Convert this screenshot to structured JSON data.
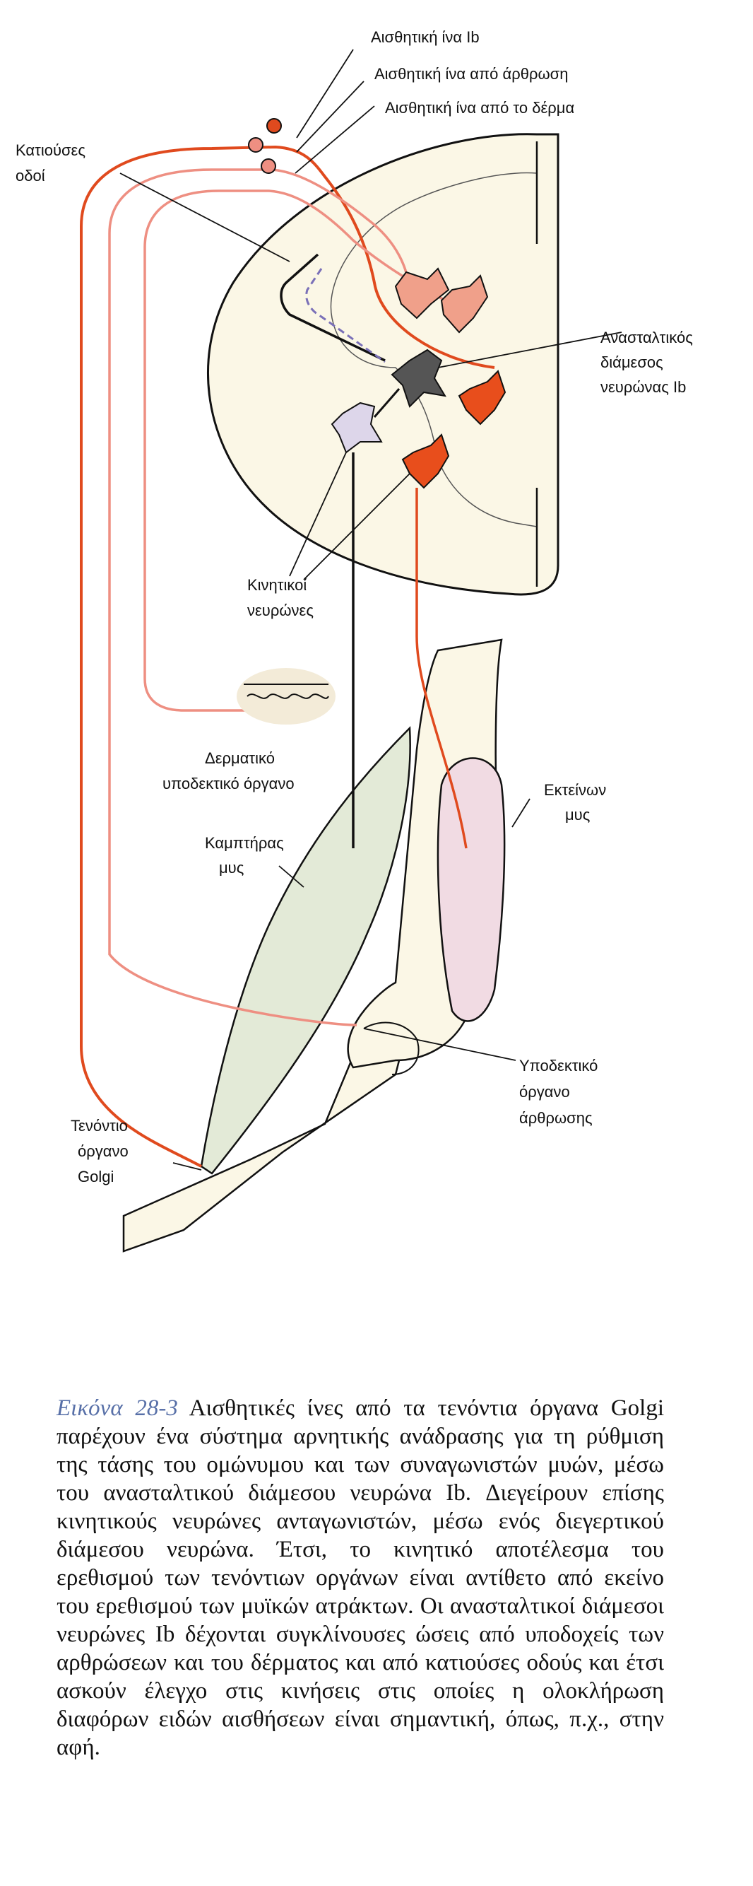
{
  "labels": {
    "ib_fiber": "Αισθητική ίνα Ib",
    "joint_fiber": "Αισθητική ίνα από άρθρωση",
    "skin_fiber": "Αισθητική ίνα από το δέρμα",
    "descending_1": "Κατιούσες",
    "descending_2": "οδοί",
    "inhibitory_1": "Ανασταλτικός",
    "inhibitory_2": "διάμεσος",
    "inhibitory_3": "νευρώνας Ib",
    "motor_1": "Κινητικοί",
    "motor_2": "νευρώνες",
    "skin_organ_1": "Δερματικό",
    "skin_organ_2": "υποδεκτικό όργανο",
    "extensor_1": "Εκτείνων",
    "extensor_2": "μυς",
    "flexor_1": "Καμπτήρας",
    "flexor_2": "μυς",
    "joint_organ_1": "Υποδεκτικό",
    "joint_organ_2": "όργανο",
    "joint_organ_3": "άρθρωσης",
    "golgi_1": "Τενόντιο",
    "golgi_2": "όργανο",
    "golgi_3": "Golgi"
  },
  "caption": {
    "figure_number": "Εικόνα 28-3",
    "text": "Αισθητικές ίνες από τα τενόντια όργανα Golgi παρέχουν ένα σύστημα αρνητικής ανάδρασης για τη ρύθμιση της τάσης του ομώνυμου και των συναγωνιστών μυών, μέσω του ανασταλτικού διάμεσου νευρώνα Ib. Διεγείρουν επίσης κινητικούς νευρώνες ανταγωνιστών, μέσω ενός διεγερτικού διάμεσου νευρώνα. Έτσι, το κινητικό αποτέλεσμα του ερεθισμού των τενόντιων οργάνων είναι αντίθετο από εκείνο του ερεθισμού των μυϊκών ατράκτων. Οι ανασταλτικοί διάμεσοι νευρώνες Ib δέχονται συγκλίνουσες ώσεις από υποδοχείς των αρθρώσεων και του δέρματος και από κατιούσες οδούς και έτσι ασκούν έλεγχο στις κινήσεις στις οποίες η ολοκλήρωση διαφόρων ειδών αισθήσεων είναι σημαντική, όπως, π.χ., στην αφή."
  },
  "colors": {
    "ib_fiber": "#e04a1e",
    "joint_fiber": "#ee8f82",
    "skin_fiber": "#ee8f82",
    "inhibitory_interneuron": "#555555",
    "excitatory_interneuron": "#f0a08a",
    "descending_pathway": "#7a70b8",
    "flexor_motor_neuron": "#ddd6ea",
    "extensor_motor_neuron": "#e84e1c",
    "cord_fill": "#fbf7e6",
    "flexor_muscle": "#e3ead7",
    "extensor_muscle": "#f1dbe3"
  }
}
